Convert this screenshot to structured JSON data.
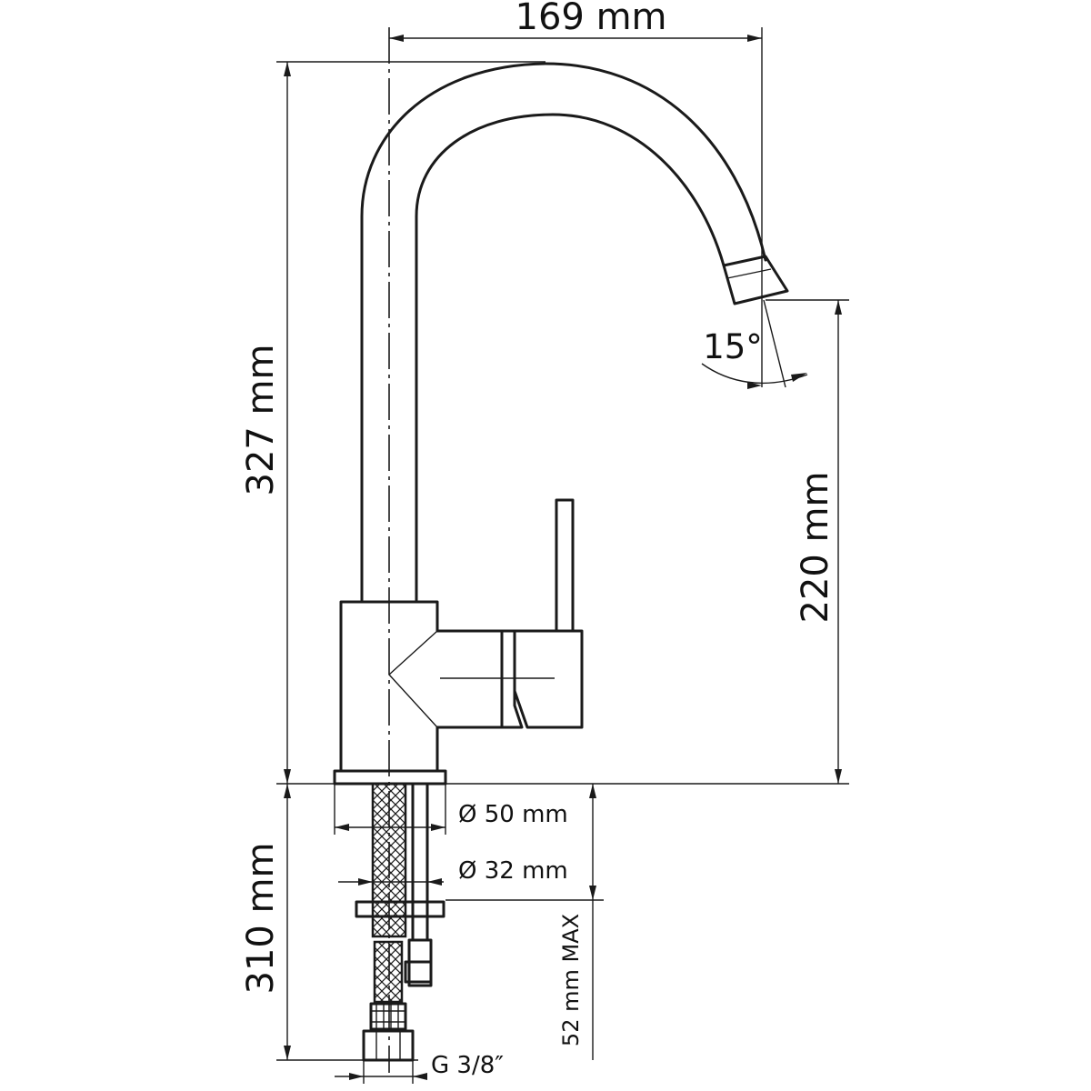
{
  "dimensions": {
    "width_reach": "169 mm",
    "total_height": "327 mm",
    "spout_height": "220 mm",
    "swivel_angle": "15°",
    "base_diameter": "Ø 50 mm",
    "hole_diameter": "Ø 32 mm",
    "hose_length": "310 mm",
    "counter_thickness": "52 mm MAX",
    "thread": "G 3/8″"
  }
}
